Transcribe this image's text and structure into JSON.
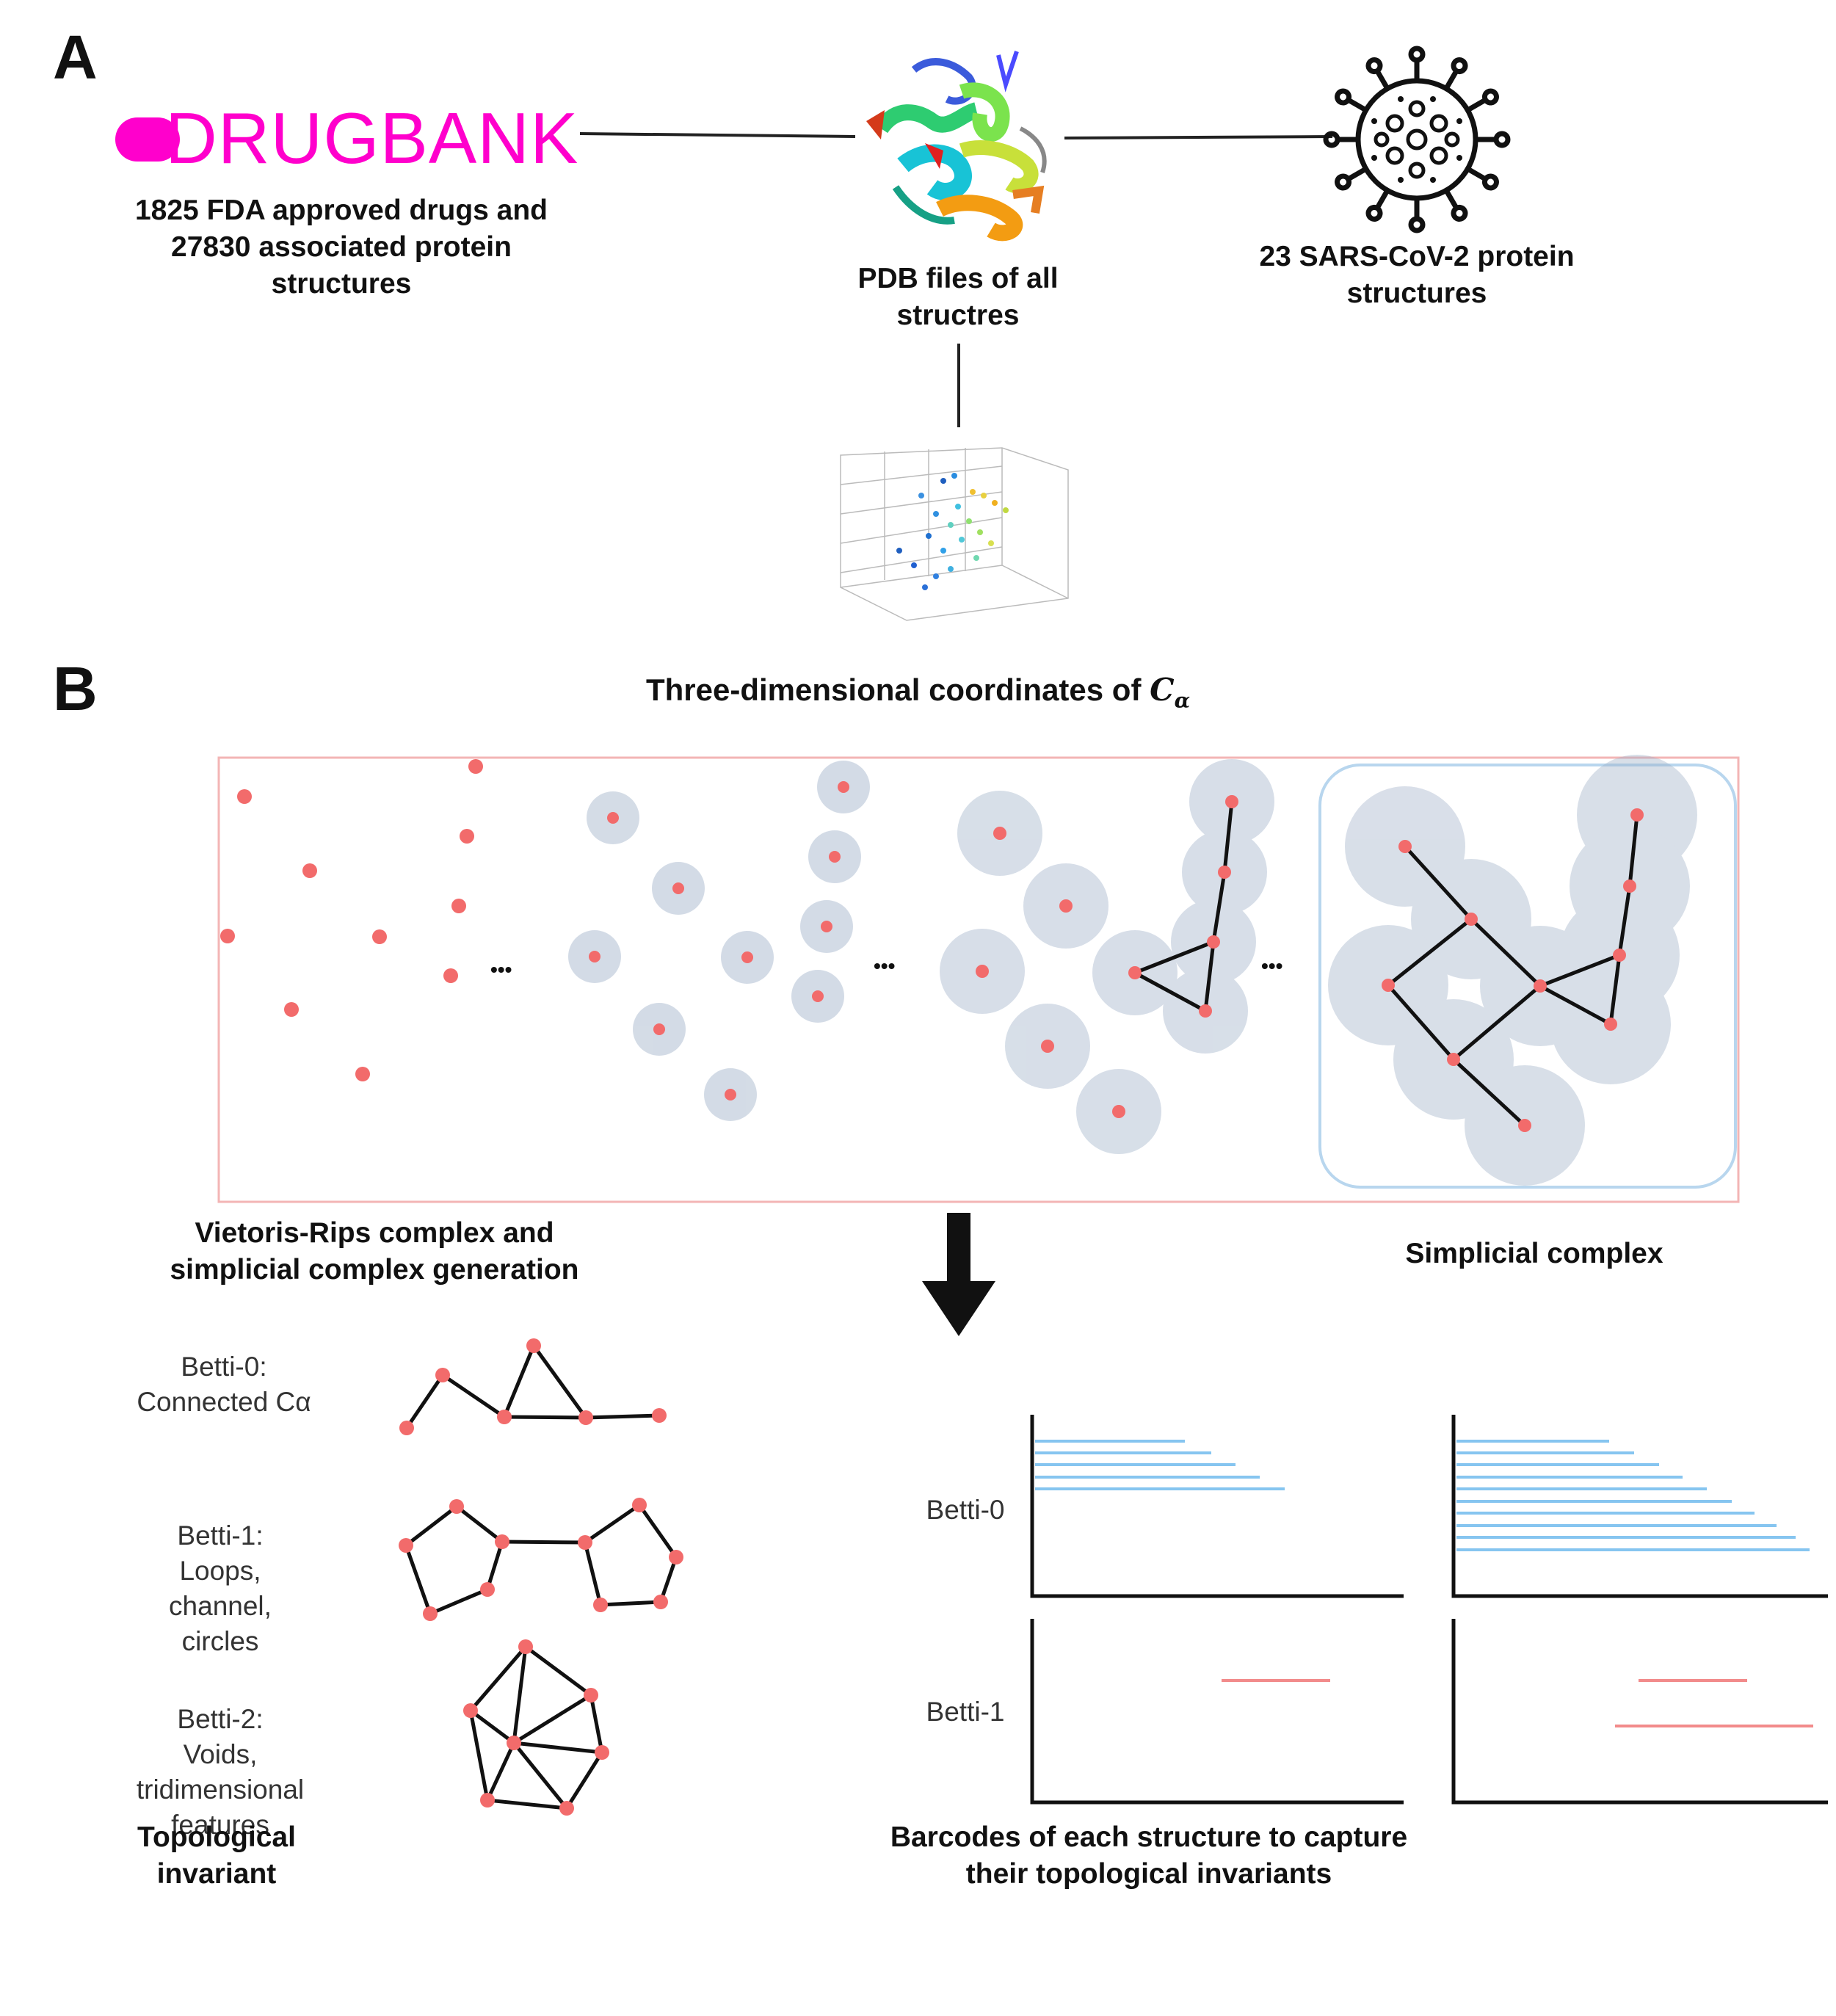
{
  "panels": {
    "a": {
      "letter": "A"
    },
    "b": {
      "letter": "B"
    }
  },
  "drugbank": {
    "logo_text": "DRUGBANK",
    "logo_color": "#ff00cc",
    "caption": "1825 FDA approved drugs and 27830 associated protein structures"
  },
  "pdb": {
    "caption": "PDB files of all structres"
  },
  "sars": {
    "caption": "23 SARS-CoV-2 protein structures"
  },
  "coords": {
    "title": "Three-dimensional coordinates of",
    "symbol": "C",
    "subscript": "α"
  },
  "complex": {
    "left_caption": "Vietoris-Rips complex and simplicial complex generation",
    "right_caption": "Simplicial complex",
    "ellipsis": "•••"
  },
  "betti": {
    "b0": {
      "label": "Betti-0:",
      "desc": "Connected Cα"
    },
    "b1": {
      "label": "Betti-1:",
      "desc": "Loops, channel, circles"
    },
    "b2": {
      "label": "Betti-2:",
      "desc": "Voids, tridimensional features"
    },
    "title": "Topological invariant"
  },
  "barcodes": {
    "row0_label": "Betti-0",
    "row1_label": "Betti-1",
    "caption": "Barcodes of each structure to capture their topological invariants"
  },
  "colors": {
    "node": "#f26b6b",
    "ball": "#b7c4d6",
    "bar_blue": "#86c5f0",
    "bar_red": "#f28b8b"
  }
}
